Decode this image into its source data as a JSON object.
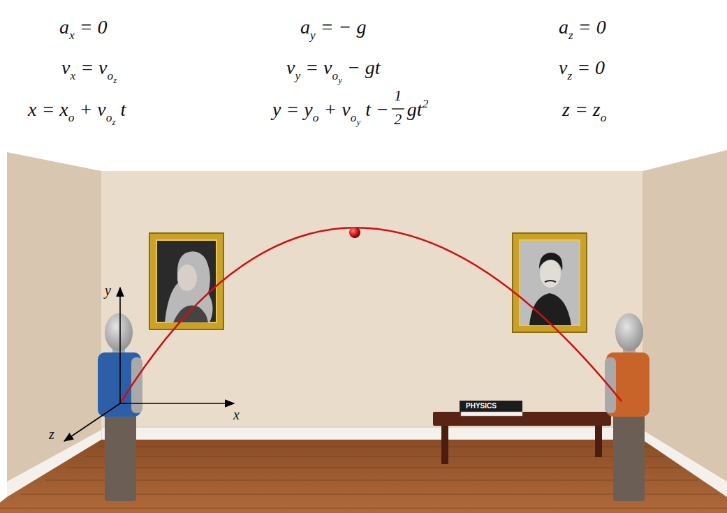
{
  "diagram": {
    "labels": [
      "ax = 0",
      "ay = − g",
      "az = 0",
      "vx = voz",
      "vy = voy − gt",
      "vz = 0",
      "x = xo + voz t",
      "y = yo + voy t −",
      "1",
      "2",
      "gt2",
      "z = zo",
      "y",
      "x",
      "z",
      "PHYSICS"
    ]
  }
}
